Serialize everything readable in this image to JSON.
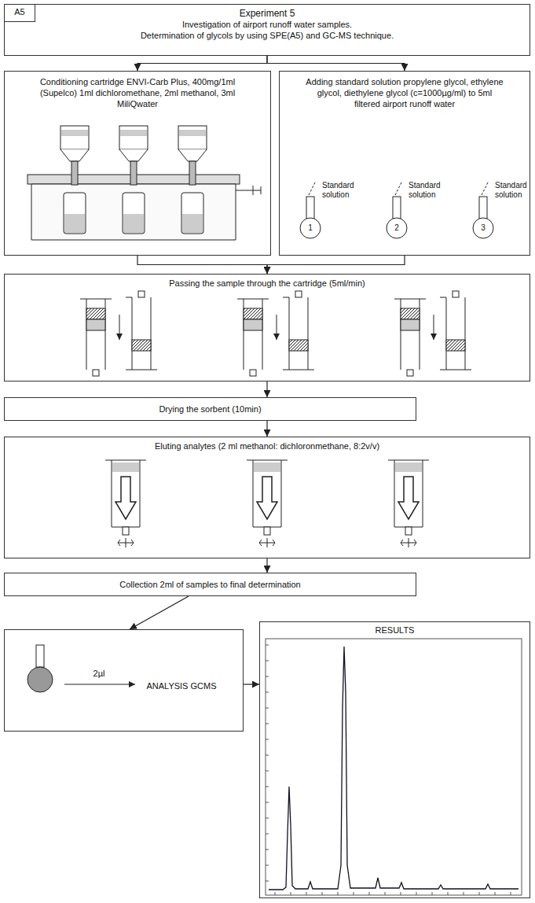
{
  "diagram": {
    "nodes": [
      {
        "text": [
          "Experiment 5",
          "Investigation of airport runoff water samples.",
          "Determination of glycols by using SPE(A5) and GC-MS technique."
        ]
      },
      {
        "text": [
          "A5"
        ],
        "in": 0
      },
      {
        "text": [
          "Conditioning cartridge ENVI-Carb Plus, 400mg/1ml (Supelco) 1ml dichloromethane, 2ml methanol, 3ml MiliQwater"
        ]
      },
      {
        "text": [
          "Adding standard solution propylene glycol, ethylene glycol, diethylene glycol (c=1000µg/ml) to 5ml filtered airport runoff water"
        ]
      },
      {
        "text": [
          "Passing the sample through the cartridge (5ml/min)"
        ]
      },
      {
        "text": [
          "Drying the sorbent (10min)"
        ]
      },
      {
        "text": [
          "Eluting analytes (2 ml methanol: dichloronmethane, 8:2v/v)"
        ]
      },
      {
        "text": [
          "Collection 2ml of samples to final determination"
        ]
      },
      {
        "text": [
          "2µl",
          "ANALYSIS GCMS"
        ]
      },
      {
        "text": [
          "RESULTS"
        ]
      }
    ],
    "edges": [
      {
        "from": 0,
        "to": 2,
        "arrow": "to"
      },
      {
        "from": 0,
        "to": 3,
        "arrow": "to"
      },
      {
        "from": 2,
        "to": 4,
        "arrow": "to"
      },
      {
        "from": 3,
        "to": 4,
        "arrow": "to"
      },
      {
        "from": 4,
        "to": 5,
        "arrow": "to"
      },
      {
        "from": 5,
        "to": 6,
        "arrow": "to"
      },
      {
        "from": 6,
        "to": 7,
        "arrow": "to"
      },
      {
        "from": 7,
        "to": 8,
        "arrow": "to"
      },
      {
        "from": 8,
        "to": 9,
        "arrow": "to"
      }
    ],
    "labels": [
      "1",
      "Standard solution",
      "2",
      "Standard solution",
      "3",
      "Standard solution"
    ]
  }
}
